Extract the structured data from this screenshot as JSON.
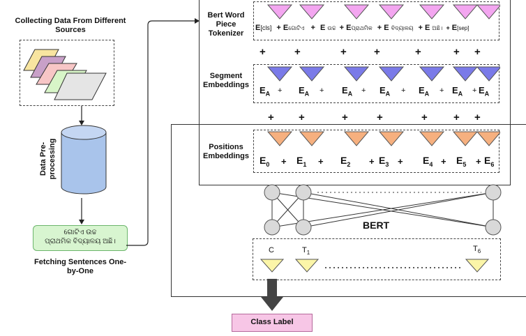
{
  "left": {
    "collect_title": "Collecting Data From Different Sources",
    "preprocess_label": "Data Pre-processing",
    "sentence_line1": "ଗୋଟିଏ ଉଚ୍ଚ",
    "sentence_line2": "ପ୍ରାଥମିକ ବିଦ୍ୟାଳୟ ଅଛି।",
    "fetch_label": "Fetching Sentences One-by-One"
  },
  "rows": {
    "tokenizer_label": "Bert Word Piece Tokenizer",
    "segment_label": "Segment Embeddings",
    "position_label": "Positions Embeddings",
    "plus": "+",
    "colors": {
      "tokenizer": "#f3a6f0",
      "segment": "#7a7ae8",
      "position": "#f6b07f",
      "output": "#fbf5a8"
    }
  },
  "tokens": {
    "E": "E",
    "cls": "[cls]",
    "t1": "ଗୋଟିଏ",
    "t2": "ଉଚ୍ଚ",
    "t3": "ପ୍ରାଥମିକ",
    "t4": "ବିଦ୍ୟାଳୟ",
    "t5": "ଅଛି।",
    "sep": "[sep]"
  },
  "segment": {
    "E": "E",
    "A": "A"
  },
  "position": {
    "E": "E",
    "subs": [
      "0",
      "1",
      "2",
      "3",
      "4",
      "5",
      "6"
    ]
  },
  "bert": {
    "label": "BERT",
    "out_C": "C",
    "out_T": "T",
    "out_T1_sub": "1",
    "out_T6_sub": "6",
    "class_label": "Class Label"
  }
}
